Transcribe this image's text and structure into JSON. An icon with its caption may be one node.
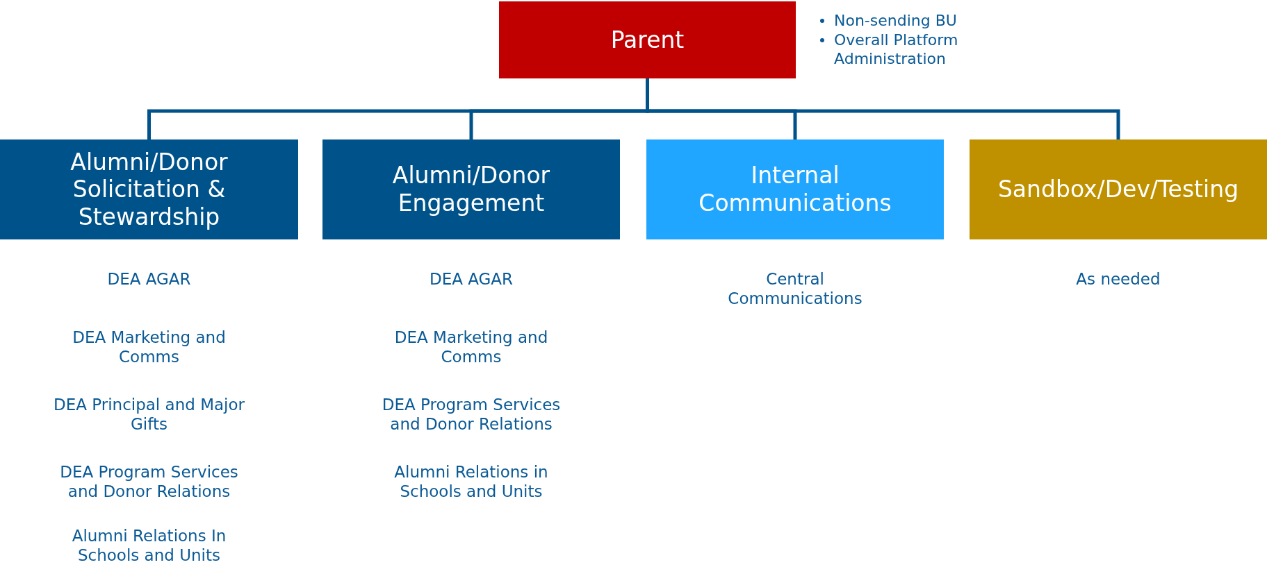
{
  "diagram": {
    "nodes": [
      {
        "text": [
          "Parent"
        ],
        "beside": [
          "Non-sending BU",
          "Overall Platform Administration"
        ]
      },
      {
        "text": [
          "Alumni/Donor Solicitation & Stewardship"
        ],
        "beside": [
          "DEA AGAR",
          "DEA Marketing and Comms",
          "DEA Principal and Major Gifts",
          "DEA Program Services and Donor Relations",
          "Alumni Relations In Schools and Units"
        ]
      },
      {
        "text": [
          "Alumni/Donor Engagement"
        ],
        "beside": [
          "DEA AGAR",
          "DEA Marketing and Comms",
          "DEA Program Services and Donor Relations",
          "Alumni Relations in Schools and Units"
        ]
      },
      {
        "text": [
          "Internal Communications"
        ],
        "beside": [
          "Central Communications"
        ]
      },
      {
        "text": [
          "Sandbox/Dev/Testing"
        ],
        "beside": [
          "As needed"
        ]
      }
    ],
    "edges": [
      {
        "from": 0,
        "to": 1,
        "arrow": "none"
      },
      {
        "from": 0,
        "to": 2,
        "arrow": "none"
      },
      {
        "from": 0,
        "to": 3,
        "arrow": "none"
      },
      {
        "from": 0,
        "to": 4,
        "arrow": "none"
      }
    ]
  }
}
